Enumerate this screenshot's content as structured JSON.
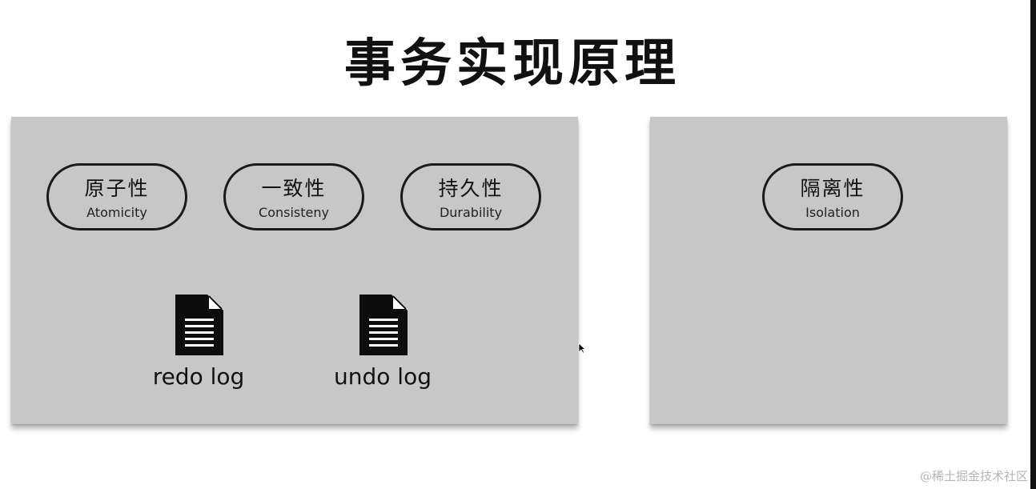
{
  "title": "事务实现原理",
  "left_panel": {
    "pills": [
      {
        "zh": "原子性",
        "en": "Atomicity"
      },
      {
        "zh": "一致性",
        "en": "Consisteny"
      },
      {
        "zh": "持久性",
        "en": "Durability"
      }
    ],
    "docs": [
      {
        "label": "redo log",
        "icon": "document-icon"
      },
      {
        "label": "undo log",
        "icon": "document-icon"
      }
    ]
  },
  "right_panel": {
    "pills": [
      {
        "zh": "隔离性",
        "en": "Isolation"
      }
    ]
  },
  "watermark": "@稀土掘金技术社区",
  "colors": {
    "panel": "#c7c7c7",
    "ink": "#111111",
    "background": "#ffffff"
  }
}
